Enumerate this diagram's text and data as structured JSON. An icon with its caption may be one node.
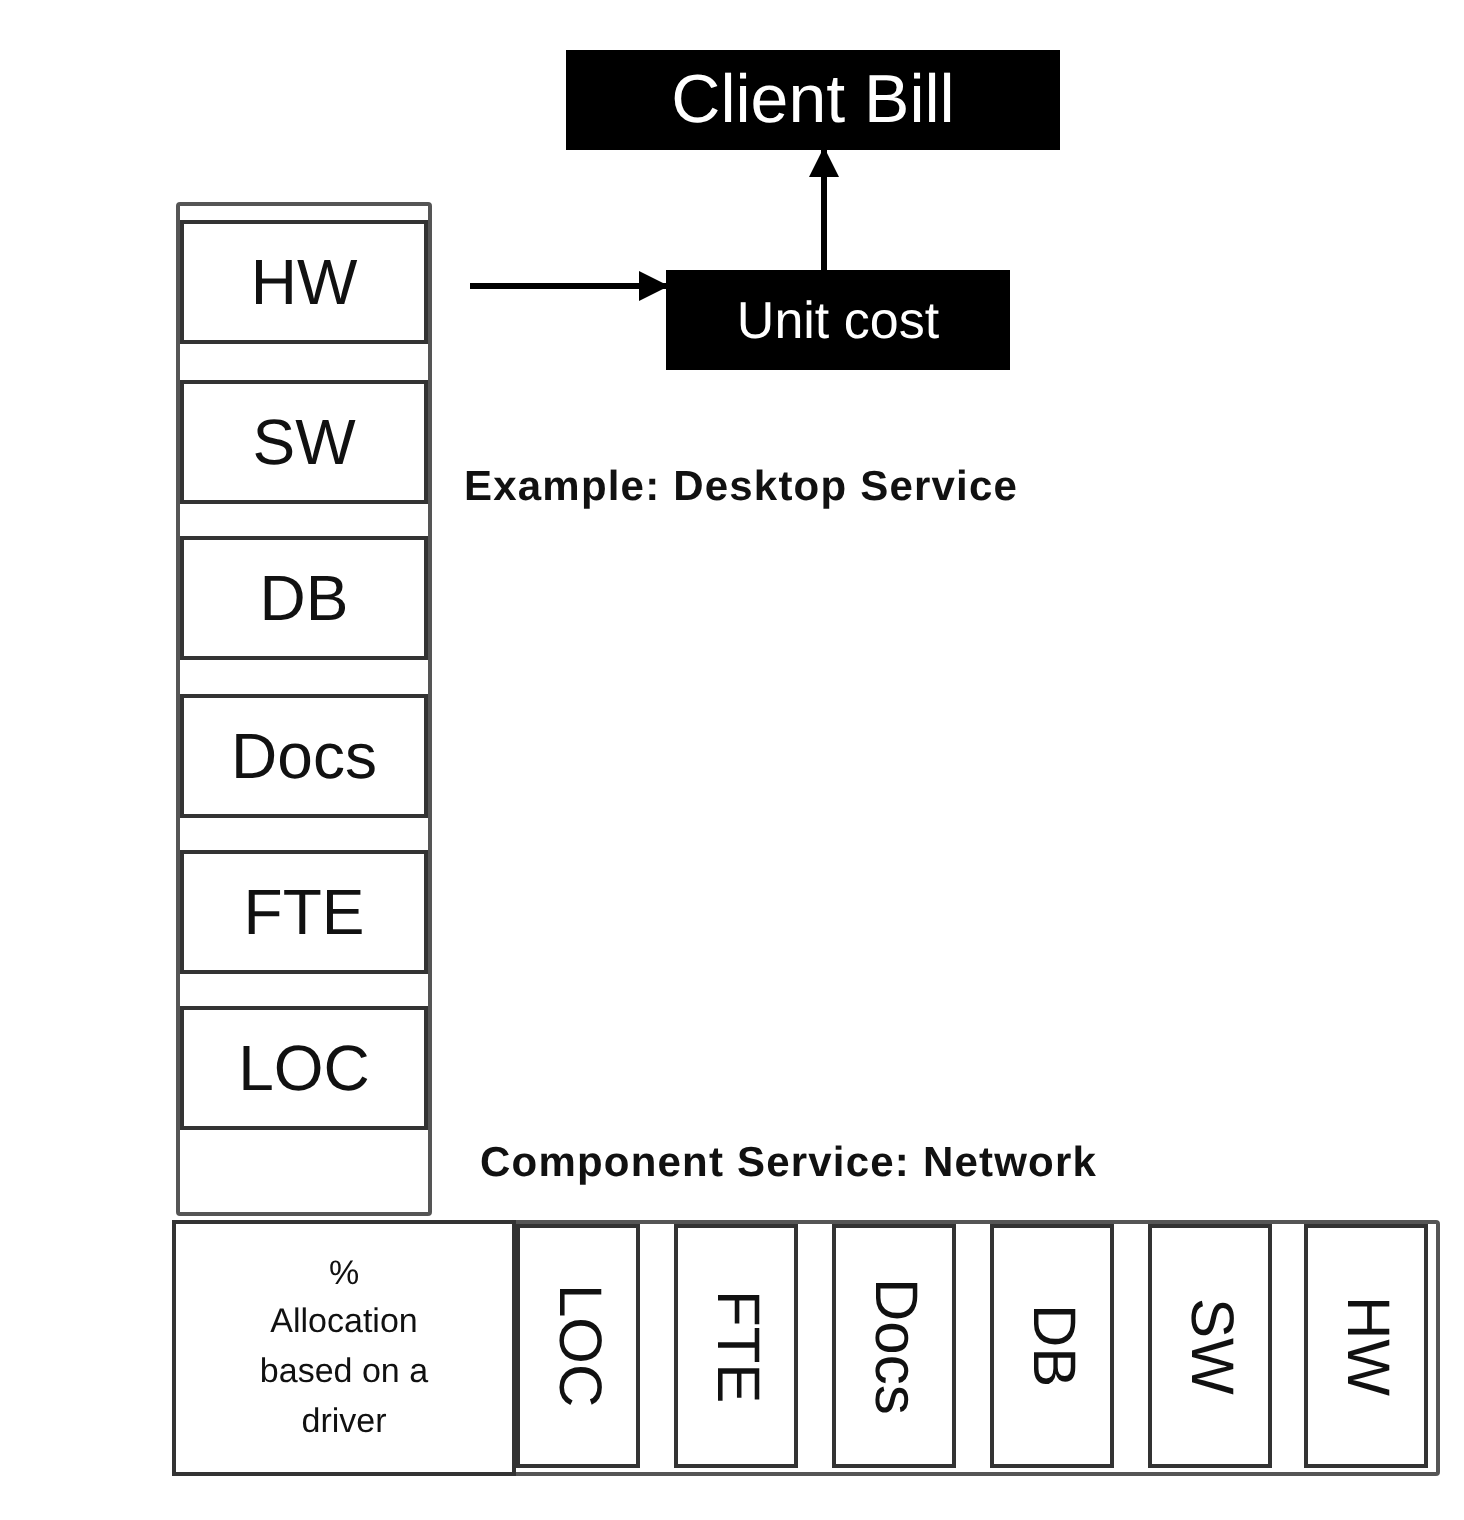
{
  "diagram": {
    "nodes": [
      {
        "text": [],
        "shape": "box"
      },
      {
        "text": [
          "HW"
        ],
        "in": 0
      },
      {
        "text": [
          "SW"
        ],
        "in": 0
      },
      {
        "text": [
          "DB"
        ],
        "in": 0
      },
      {
        "text": [
          "Docs"
        ],
        "in": 0
      },
      {
        "text": [
          "FTE"
        ],
        "in": 0
      },
      {
        "text": [
          "LOC"
        ],
        "in": 0
      },
      {
        "text": [],
        "shape": "box"
      },
      {
        "text": [
          "% Allocation based on a driver"
        ],
        "in": 7
      },
      {
        "text": [
          "LOC"
        ],
        "in": 7
      },
      {
        "text": [
          "FTE"
        ],
        "in": 7
      },
      {
        "text": [
          "Docs"
        ],
        "in": 7
      },
      {
        "text": [
          "DB"
        ],
        "in": 7
      },
      {
        "text": [
          "SW"
        ],
        "in": 7
      },
      {
        "text": [
          "HW"
        ],
        "in": 7
      },
      {
        "text": [
          "Unit cost"
        ]
      },
      {
        "text": [
          "Client Bill"
        ]
      }
    ],
    "edges": [
      {
        "from": 1,
        "to": 15,
        "arrow": "to"
      },
      {
        "from": 15,
        "to": 16,
        "arrow": "to"
      }
    ],
    "labels": [
      "Example: Desktop Service",
      "Component Service: Network"
    ]
  }
}
